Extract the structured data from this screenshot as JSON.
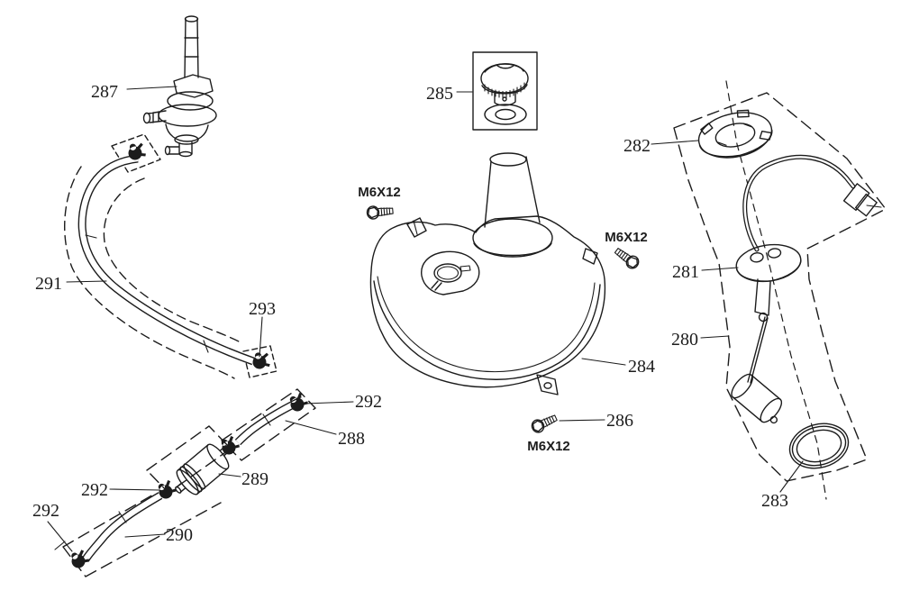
{
  "diagram": {
    "colors": {
      "background": "#ffffff",
      "line": "#1c1c1c",
      "clamp_fill": "#1c1c1c"
    }
  },
  "labels": {
    "p280": "280",
    "p281": "281",
    "p282": "282",
    "p283": "283",
    "p284": "284",
    "p285": "285",
    "p286": "286",
    "p287": "287",
    "p288": "288",
    "p289": "289",
    "p290": "290",
    "p291": "291",
    "p292_top": "292",
    "p292_mid": "292",
    "p292_bottom": "292",
    "p293": "293",
    "bolt_top": "M6X12",
    "bolt_right": "M6X12",
    "bolt_bottom": "M6X12"
  }
}
